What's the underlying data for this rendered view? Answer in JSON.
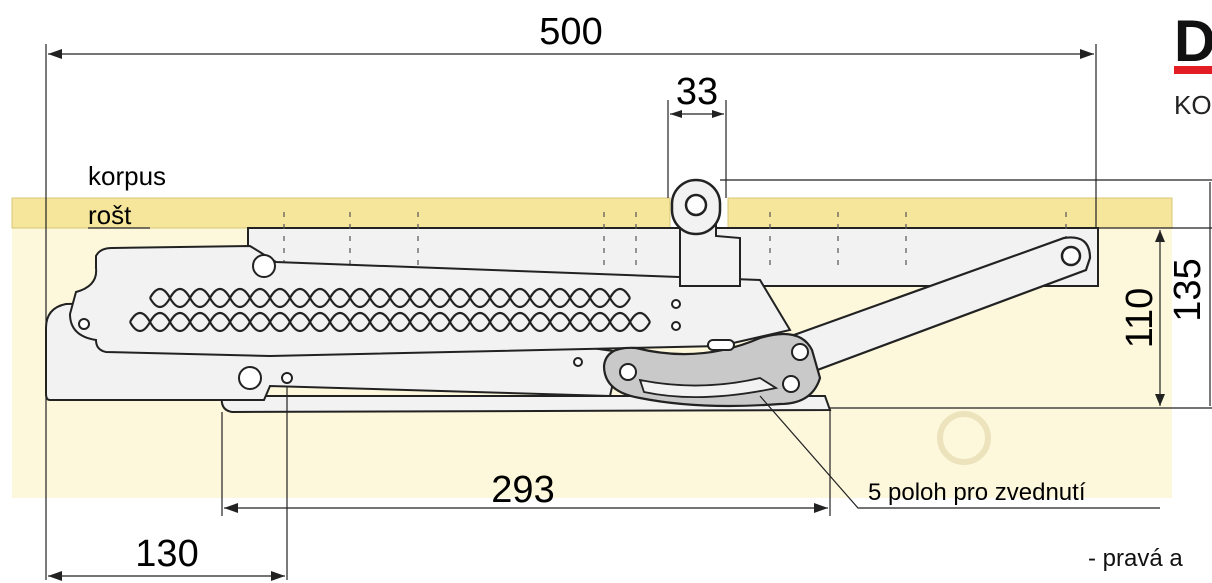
{
  "brand": {
    "mark": "D",
    "subtitle": "KO",
    "accent_color": "#e31d24"
  },
  "labels": {
    "korpus": "korpus",
    "rost": "rošt",
    "positions": "5 poloh pro zvednutí",
    "note": "- pravá a"
  },
  "dimensions": {
    "overall_length": "500",
    "hinge_width": "33",
    "lift_height_110": "110",
    "lift_height_135": "135",
    "base_length": "293",
    "offset": "130"
  },
  "colors": {
    "panel": "#f5e69c",
    "background_tint": "#fdf8dc",
    "metal": "#f2f2f2",
    "outline": "#222222"
  }
}
